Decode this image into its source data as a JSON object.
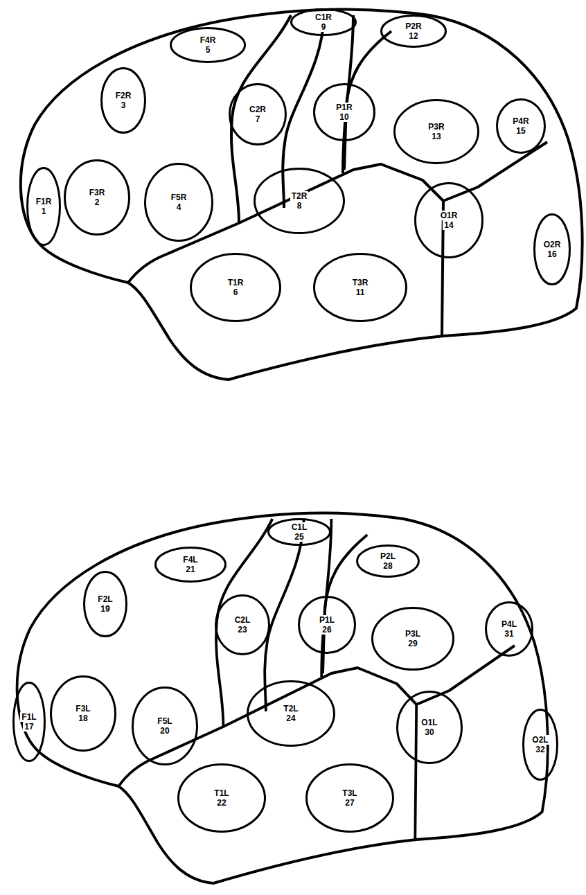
{
  "diagram": {
    "nodes": [
      {
        "text": [
          "F1R",
          "1"
        ]
      },
      {
        "text": [
          "F3R",
          "2"
        ]
      },
      {
        "text": [
          "F2R",
          "3"
        ]
      },
      {
        "text": [
          "F5R",
          "4"
        ]
      },
      {
        "text": [
          "F4R",
          "5"
        ]
      },
      {
        "text": [
          "T1R",
          "6"
        ]
      },
      {
        "text": [
          "C2R",
          "7"
        ]
      },
      {
        "text": [
          "T2R",
          "8"
        ]
      },
      {
        "text": [
          "C1R",
          "9"
        ]
      },
      {
        "text": [
          "P1R",
          "10"
        ]
      },
      {
        "text": [
          "T3R",
          "11"
        ]
      },
      {
        "text": [
          "P2R",
          "12"
        ]
      },
      {
        "text": [
          "P3R",
          "13"
        ]
      },
      {
        "text": [
          "O1R",
          "14"
        ]
      },
      {
        "text": [
          "P4R",
          "15"
        ]
      },
      {
        "text": [
          "O2R",
          "16"
        ]
      },
      {
        "text": [
          "F1L",
          "17"
        ]
      },
      {
        "text": [
          "F3L",
          "18"
        ]
      },
      {
        "text": [
          "F2L",
          "19"
        ]
      },
      {
        "text": [
          "F5L",
          "20"
        ]
      },
      {
        "text": [
          "F4L",
          "21"
        ]
      },
      {
        "text": [
          "T1L",
          "22"
        ]
      },
      {
        "text": [
          "C2L",
          "23"
        ]
      },
      {
        "text": [
          "T2L",
          "24"
        ]
      },
      {
        "text": [
          "C1L",
          "25"
        ]
      },
      {
        "text": [
          "P1L",
          "26"
        ]
      },
      {
        "text": [
          "T3L",
          "27"
        ]
      },
      {
        "text": [
          "P2L",
          "28"
        ]
      },
      {
        "text": [
          "P3L",
          "29"
        ]
      },
      {
        "text": [
          "O1L",
          "30"
        ]
      },
      {
        "text": [
          "P4L",
          "31"
        ]
      },
      {
        "text": [
          "O2L",
          "32"
        ]
      }
    ]
  }
}
